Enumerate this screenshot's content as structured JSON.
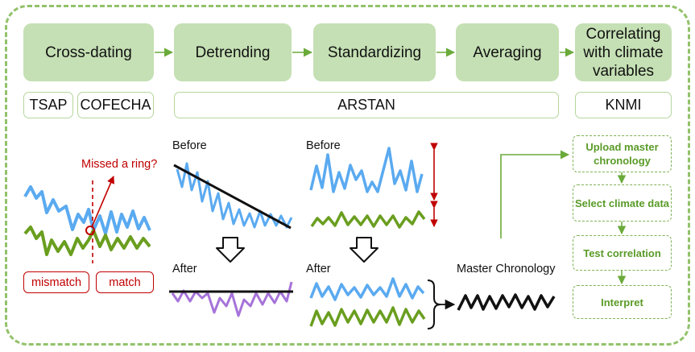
{
  "steps": [
    {
      "id": "cross-dating",
      "label": "Cross-dating"
    },
    {
      "id": "detrending",
      "label": "Detrending"
    },
    {
      "id": "standardizing",
      "label": "Standardizing"
    },
    {
      "id": "averaging",
      "label": "Averaging"
    },
    {
      "id": "correlating",
      "label": "Correlating with climate variables"
    }
  ],
  "tools": {
    "tsap": "TSAP",
    "cofecha": "COFECHA",
    "arstan": "ARSTAN",
    "knmi": "KNMI"
  },
  "crossdating": {
    "missed_ring": "Missed a ring?",
    "mismatch": "mismatch",
    "match": "match"
  },
  "detrending": {
    "before": "Before",
    "after": "After"
  },
  "standardizing": {
    "before": "Before",
    "after": "After"
  },
  "averaging": {
    "master_chronology": "Master Chronology"
  },
  "workflow": [
    "Upload master chronology",
    "Select climate data",
    "Test correlation",
    "Interpret"
  ],
  "colors": {
    "step_fill": "#c5e0b4",
    "frame": "#92c26a",
    "blue_series": "#5aaaf0",
    "green_series": "#6a9e1f",
    "purple_series": "#a673d9",
    "red_accent": "#c00000",
    "workflow_text": "#5a9b28"
  }
}
